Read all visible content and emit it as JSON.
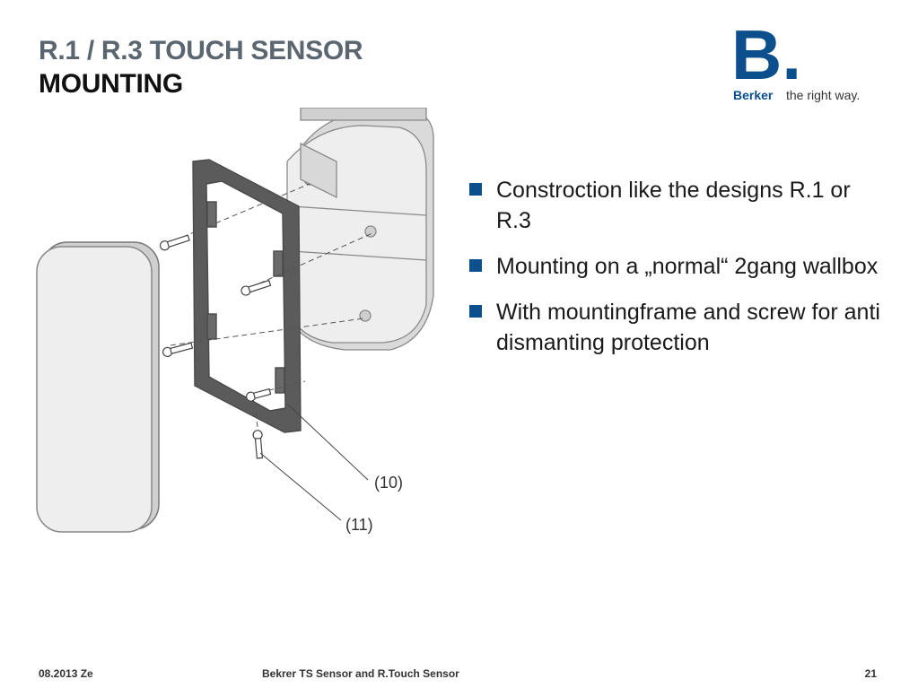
{
  "title": {
    "line1": "R.1 / R.3 TOUCH SENSOR",
    "line2": "MOUNTING"
  },
  "logo": {
    "mark": "B.",
    "brand": "Berker",
    "tagline": "the right way.",
    "color": "#0c4f8d"
  },
  "illustration": {
    "callouts": [
      "(10)",
      "(11)"
    ]
  },
  "bullets": [
    "Constroction like the designs R.1 or R.3",
    "Mounting on a „normal“ 2gang wallbox",
    "With mountingframe and screw for anti dismanting protection"
  ],
  "footer": {
    "date": "08.2013 Ze",
    "center": "Bekrer TS Sensor and R.Touch Sensor",
    "page": "21"
  }
}
